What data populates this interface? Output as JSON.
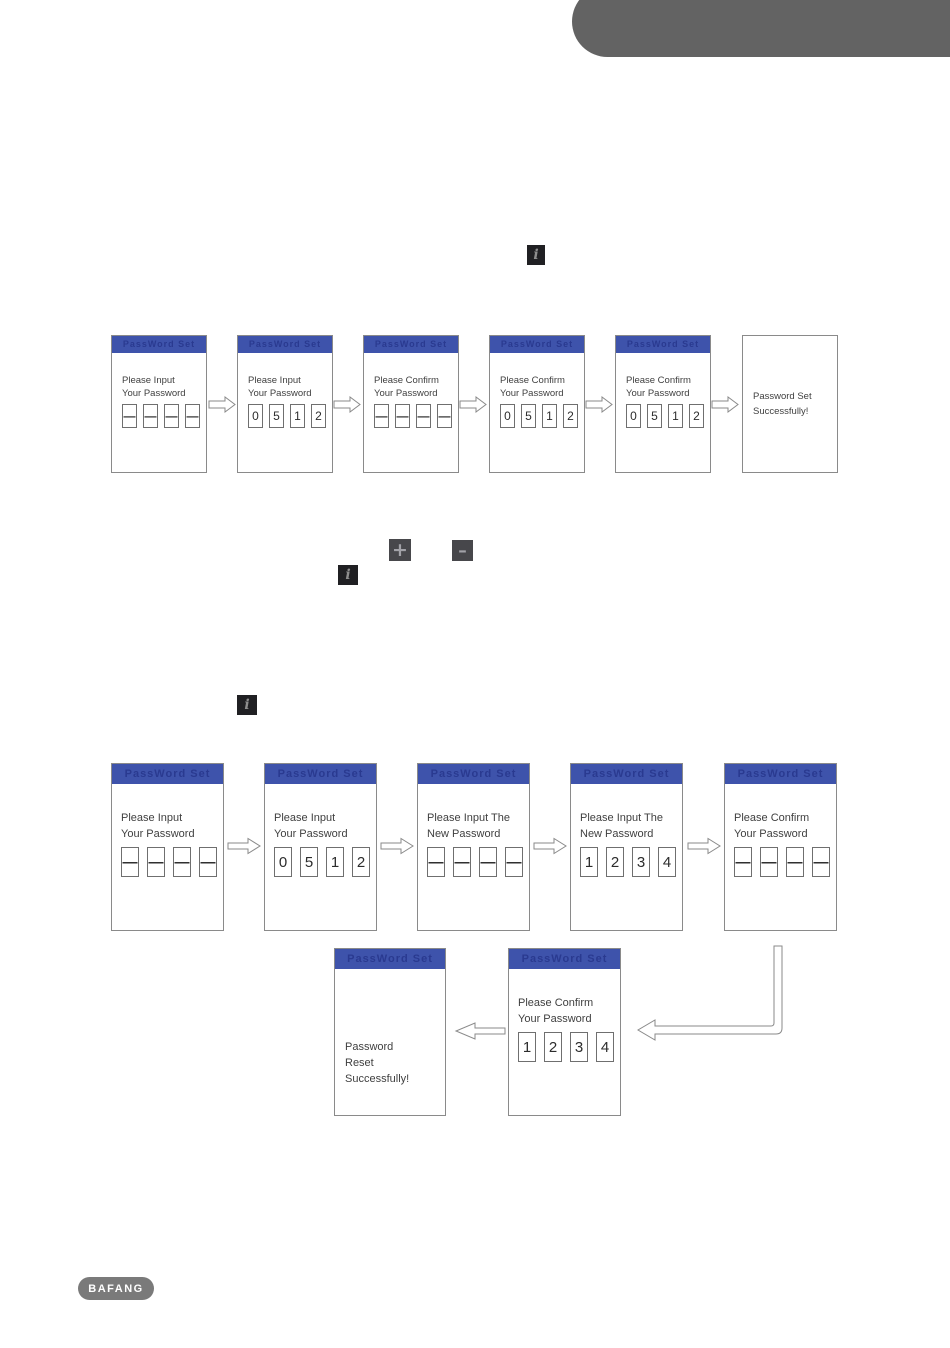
{
  "banner": {
    "color": "#636363"
  },
  "icons": {
    "info": {
      "glyph": "i"
    },
    "plus": {
      "glyph": "+"
    },
    "minus": {
      "glyph": "–"
    }
  },
  "colors": {
    "header_blue": "#3e53ab",
    "banner_gray": "#636363",
    "logo_gray": "#7a7a7a"
  },
  "flow1": {
    "screens": [
      {
        "header": "PassWord Set",
        "lines": [
          "Please Input",
          "Your Password"
        ],
        "boxes": [
          "—",
          "—",
          "—",
          "—"
        ]
      },
      {
        "header": "PassWord Set",
        "lines": [
          "Please Input",
          "Your Password"
        ],
        "boxes": [
          "0",
          "5",
          "1",
          "2"
        ]
      },
      {
        "header": "PassWord Set",
        "lines": [
          "Please Confirm",
          "Your Password"
        ],
        "boxes": [
          "—",
          "—",
          "—",
          "—"
        ]
      },
      {
        "header": "PassWord Set",
        "lines": [
          "Please Confirm",
          "Your Password"
        ],
        "boxes": [
          "0",
          "5",
          "1",
          "2"
        ]
      },
      {
        "header": "PassWord Set",
        "lines": [
          "Please Confirm",
          "Your Password"
        ],
        "boxes": [
          "0",
          "5",
          "1",
          "2"
        ]
      },
      {
        "message": [
          "Password Set",
          "Successfully!"
        ]
      }
    ]
  },
  "flow2": {
    "screens": [
      {
        "header": "PassWord Set",
        "lines": [
          "Please Input",
          "Your Password"
        ],
        "boxes": [
          "—",
          "—",
          "—",
          "—"
        ]
      },
      {
        "header": "PassWord Set",
        "lines": [
          "Please Input",
          "Your Password"
        ],
        "boxes": [
          "0",
          "5",
          "1",
          "2"
        ]
      },
      {
        "header": "PassWord Set",
        "lines": [
          "Please Input The",
          "New Password"
        ],
        "boxes": [
          "—",
          "—",
          "—",
          "—"
        ]
      },
      {
        "header": "PassWord Set",
        "lines": [
          "Please Input The",
          "New Password"
        ],
        "boxes": [
          "1",
          "2",
          "3",
          "4"
        ]
      },
      {
        "header": "PassWord Set",
        "lines": [
          "Please Confirm",
          "Your Password"
        ],
        "boxes": [
          "—",
          "—",
          "—",
          "—"
        ]
      }
    ]
  },
  "flow3": {
    "screens": [
      {
        "header": "PassWord Set",
        "message": [
          "Password",
          "Reset",
          "Successfully!"
        ]
      },
      {
        "header": "PassWord Set",
        "lines": [
          "Please Confirm",
          "Your Password"
        ],
        "boxes": [
          "1",
          "2",
          "3",
          "4"
        ]
      }
    ]
  },
  "logo": {
    "text": "BAFANG"
  }
}
